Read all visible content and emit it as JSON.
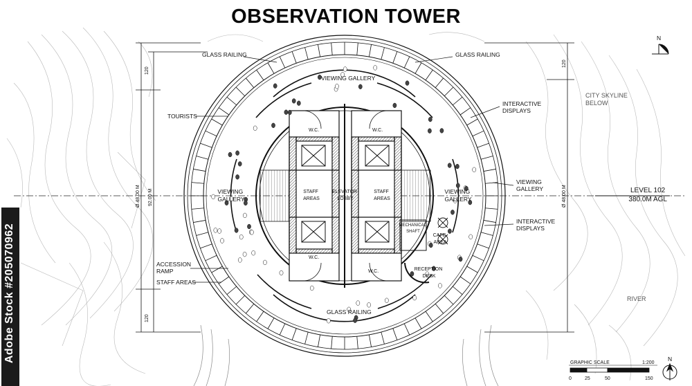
{
  "title": "OBSERVATION TOWER",
  "labels": {
    "glass_railing_left": "GLASS RAILING",
    "glass_railing_right": "GLASS RAILING",
    "glass_railing_bottom": "GLASS RAILING",
    "viewing_gallery_top": "VIEWING GALLERY",
    "viewing_gallery_left": [
      "VIEWING",
      "GALLERY"
    ],
    "viewing_gallery_right": [
      "VIEWING",
      "GALLERY"
    ],
    "viewing_gallery_outer": [
      "VIEWING",
      "GALLERY"
    ],
    "tourists": "TOURISTS",
    "interactive_displays_top": [
      "INTERACTIVE",
      "DISPLAYS"
    ],
    "interactive_displays_right": [
      "INTERACTIVE",
      "DISPLAYS"
    ],
    "city_skyline": [
      "CITY SKYLINE",
      "BELOW"
    ],
    "level": [
      "LEVEL 102",
      "380.0M AGL"
    ],
    "accession_ramp": [
      "ACCESSION",
      "RAMP"
    ],
    "staff_areas_outer": "STAFF AREAS",
    "river": "RIVER",
    "wc_tl": "W.C.",
    "wc_tr": "W.C.",
    "wc_bl": "W.C.",
    "wc_br": "W.C.",
    "staff_areas_left": [
      "STAFF",
      "AREAS"
    ],
    "staff_areas_right": [
      "STAFF",
      "AREAS"
    ],
    "elevator_lobby": [
      "ELEVATOR",
      "LOBBY"
    ],
    "mechanical_shaft": [
      "MECHANICAL",
      "SHAFT"
    ],
    "cafe_area": [
      "CAFE",
      "AREA"
    ],
    "reception_desk": [
      "RECEPTION",
      "DESK"
    ]
  },
  "dimensions": {
    "left_top": "120",
    "left_main": "Ø 48.00 M",
    "left_inner": "92.00 M",
    "left_bottom": "120",
    "right_top": "120",
    "right_main": "Ø 48.00 M"
  },
  "north_top": "N",
  "north_bottom": "N",
  "scale": {
    "label": "GRAPHIC SCALE",
    "ratio": "1:200",
    "ticks": [
      "0",
      "25",
      "50",
      "150"
    ]
  },
  "watermark": {
    "brand": "Adobe Stock",
    "id": "#205070962"
  }
}
